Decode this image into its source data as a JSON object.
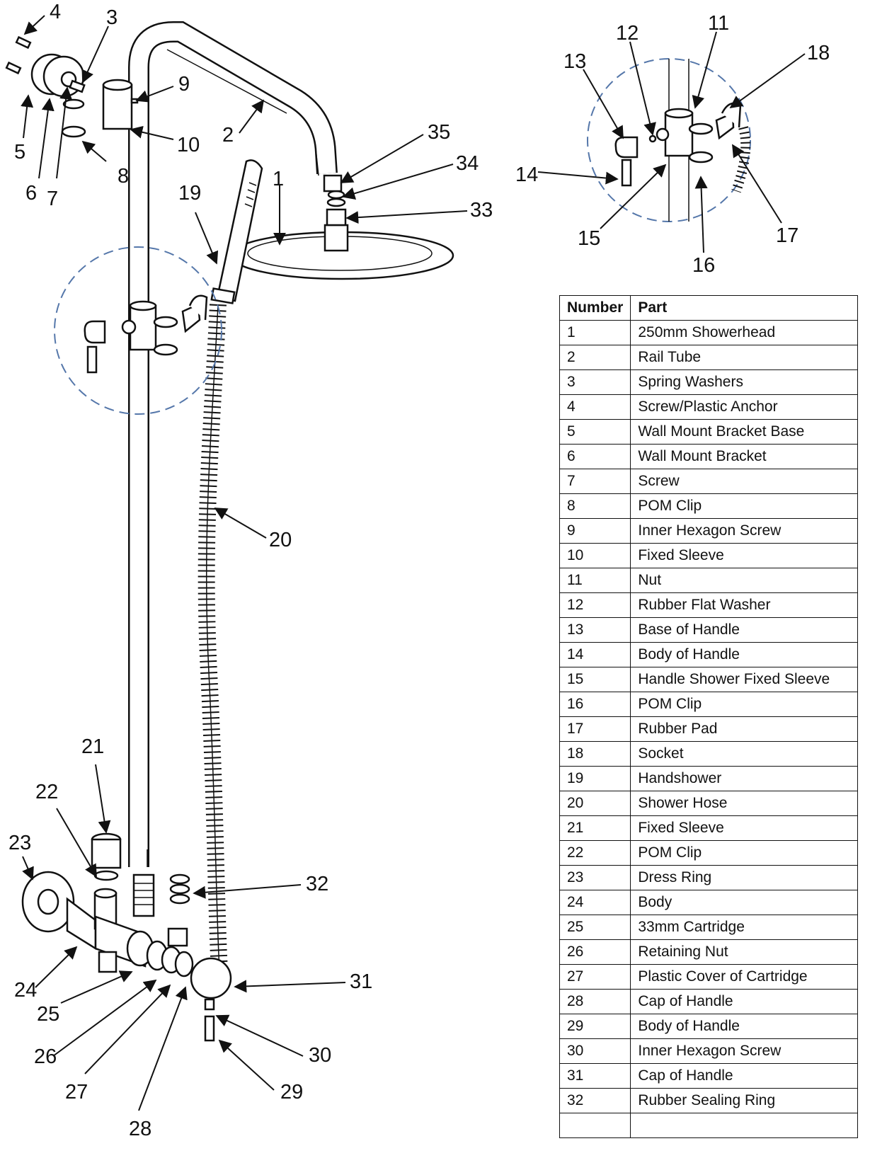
{
  "callouts": [
    "1",
    "2",
    "3",
    "4",
    "5",
    "6",
    "7",
    "8",
    "9",
    "10",
    "11",
    "12",
    "13",
    "14",
    "15",
    "16",
    "17",
    "18",
    "19",
    "20",
    "21",
    "22",
    "23",
    "24",
    "25",
    "26",
    "27",
    "28",
    "29",
    "30",
    "31",
    "32",
    "33",
    "34",
    "35"
  ],
  "table": {
    "headers": {
      "number": "Number",
      "part": "Part"
    },
    "rows": [
      {
        "number": "1",
        "part": "250mm Showerhead"
      },
      {
        "number": "2",
        "part": "Rail Tube"
      },
      {
        "number": "3",
        "part": "Spring Washers"
      },
      {
        "number": "4",
        "part": "Screw/Plastic Anchor"
      },
      {
        "number": "5",
        "part": "Wall Mount Bracket Base"
      },
      {
        "number": "6",
        "part": "Wall Mount Bracket"
      },
      {
        "number": "7",
        "part": "Screw"
      },
      {
        "number": "8",
        "part": "POM Clip"
      },
      {
        "number": "9",
        "part": "Inner Hexagon Screw"
      },
      {
        "number": "10",
        "part": "Fixed Sleeve"
      },
      {
        "number": "11",
        "part": "Nut"
      },
      {
        "number": "12",
        "part": "Rubber Flat Washer"
      },
      {
        "number": "13",
        "part": "Base of Handle"
      },
      {
        "number": "14",
        "part": "Body of Handle"
      },
      {
        "number": "15",
        "part": "Handle Shower Fixed Sleeve"
      },
      {
        "number": "16",
        "part": "POM Clip"
      },
      {
        "number": "17",
        "part": "Rubber Pad"
      },
      {
        "number": "18",
        "part": "Socket"
      },
      {
        "number": "19",
        "part": "Handshower"
      },
      {
        "number": "20",
        "part": "Shower Hose"
      },
      {
        "number": "21",
        "part": "Fixed Sleeve"
      },
      {
        "number": "22",
        "part": "POM Clip"
      },
      {
        "number": "23",
        "part": "Dress Ring"
      },
      {
        "number": "24",
        "part": "Body"
      },
      {
        "number": "25",
        "part": "33mm Cartridge"
      },
      {
        "number": "26",
        "part": "Retaining Nut"
      },
      {
        "number": "27",
        "part": "Plastic Cover of Cartridge"
      },
      {
        "number": "28",
        "part": "Cap of Handle"
      },
      {
        "number": "29",
        "part": "Body of Handle"
      },
      {
        "number": "30",
        "part": "Inner Hexagon Screw"
      },
      {
        "number": "31",
        "part": "Cap of Handle"
      },
      {
        "number": "32",
        "part": "Rubber Sealing Ring"
      },
      {
        "number": "",
        "part": ""
      }
    ]
  }
}
